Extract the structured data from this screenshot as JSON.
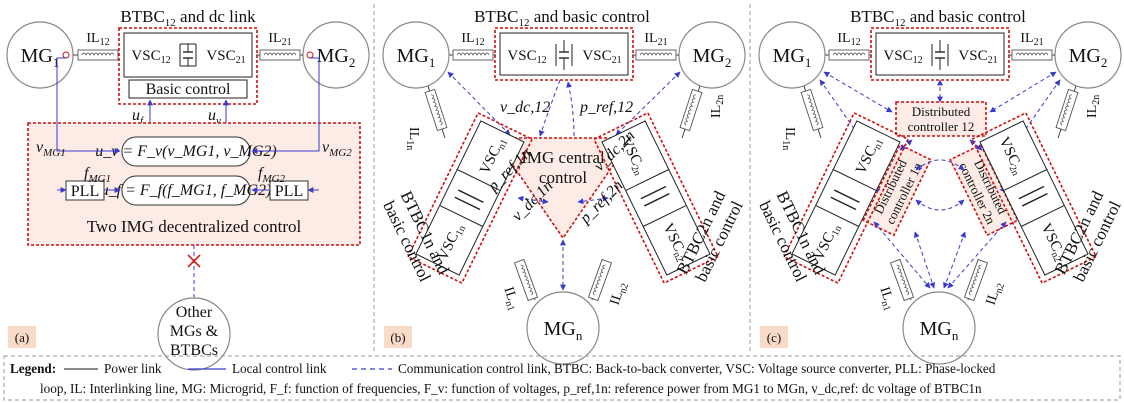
{
  "colors": {
    "power_link": "#444444",
    "local_control_link": "#3a3ad0",
    "communication_link": "#3a3ad0",
    "dashed_box": "#d01010",
    "box_fill": "#fdece6",
    "node_fill": "#ffffff",
    "panel_frame": "#9a9a9a",
    "tag_fill": "#f8dcc8",
    "cross": "#e02020"
  },
  "icons": {
    "cross": "red-x-icon",
    "capacitor": "capacitor-icon",
    "inductor": "inductor-icon"
  },
  "panel_a": {
    "tag": "(a)",
    "title_main": "BTBC",
    "title_sub": "12",
    "title_rest": " and dc link",
    "mg1": {
      "main": "MG",
      "sub": "1"
    },
    "mg2": {
      "main": "MG",
      "sub": "2"
    },
    "il12": {
      "main": "IL",
      "sub": "12"
    },
    "il21": {
      "main": "IL",
      "sub": "21"
    },
    "vsc12": {
      "main": "VSC",
      "sub": "12"
    },
    "vsc21": {
      "main": "VSC",
      "sub": "21"
    },
    "basic_control": "Basic control",
    "uf": {
      "main": "u",
      "sub": "f"
    },
    "uv": {
      "main": "u",
      "sub": "v"
    },
    "vmg1": {
      "main": "v",
      "sub": "MG1"
    },
    "vmg2": {
      "main": "v",
      "sub": "MG2"
    },
    "fmg1": {
      "main": "f",
      "sub": "MG1"
    },
    "fmg2": {
      "main": "f",
      "sub": "MG2"
    },
    "eq_v": "u_v = F_v(v_MG1, v_MG2)",
    "eq_f": "u_f = F_f(f_MG1, f_MG2)",
    "pll": "PLL",
    "decentralized": "Two IMG decentralized control",
    "other": [
      "Other",
      "MGs &",
      "BTBCs"
    ]
  },
  "panel_b": {
    "tag": "(b)",
    "title_main": "BTBC",
    "title_sub": "12",
    "title_rest": " and basic control",
    "mgn": {
      "main": "MG",
      "sub": "n"
    },
    "central": [
      "IMG central",
      "control"
    ],
    "vdc12": "v_dc,12",
    "pref12": "p_ref,12",
    "vdc2n": "v_dc,2n",
    "pref1n": "p_ref,1n",
    "vdc1n": "v_dc,1n",
    "pref2n": "p_ref,2n",
    "il1n": {
      "main": "IL",
      "sub": "1n"
    },
    "il2n": {
      "main": "IL",
      "sub": "2n"
    },
    "iln1": {
      "main": "IL",
      "sub": "n1"
    },
    "iln2": {
      "main": "IL",
      "sub": "n2"
    },
    "vsc1n": {
      "main": "VSC",
      "sub": "1n"
    },
    "vscn1": {
      "main": "VSC",
      "sub": "n1"
    },
    "vsc2n": {
      "main": "VSC",
      "sub": "2n"
    },
    "vscn2": {
      "main": "VSC",
      "sub": "n2"
    },
    "btbc1n": [
      "BTBC1n and",
      "basic control"
    ],
    "btbc2n": [
      "BTBC2n and",
      "basic control"
    ]
  },
  "panel_c": {
    "tag": "(c)",
    "title_main": "BTBC",
    "title_sub": "12",
    "title_rest": " and basic control",
    "dc12": [
      "Distributed",
      "controller 12"
    ],
    "dc1n": [
      "Distributed",
      "controller 1n"
    ],
    "dc2n": [
      "Distributed",
      "controller 2n"
    ]
  },
  "legend": {
    "label": "Legend",
    "power_link": "Power link",
    "local_link": "Local control link",
    "comm_link": "Communication control link, BTBC: Back-to-back converter, VSC: Voltage source converter, PLL: Phase-locked",
    "line2": "loop, IL: Interlinking line, MG: Microgrid, F_f: function of frequencies, F_v: function of voltages, p_ref,1n: reference power from MG1 to MGn, v_dc,ref: dc voltage of BTBC1n"
  }
}
